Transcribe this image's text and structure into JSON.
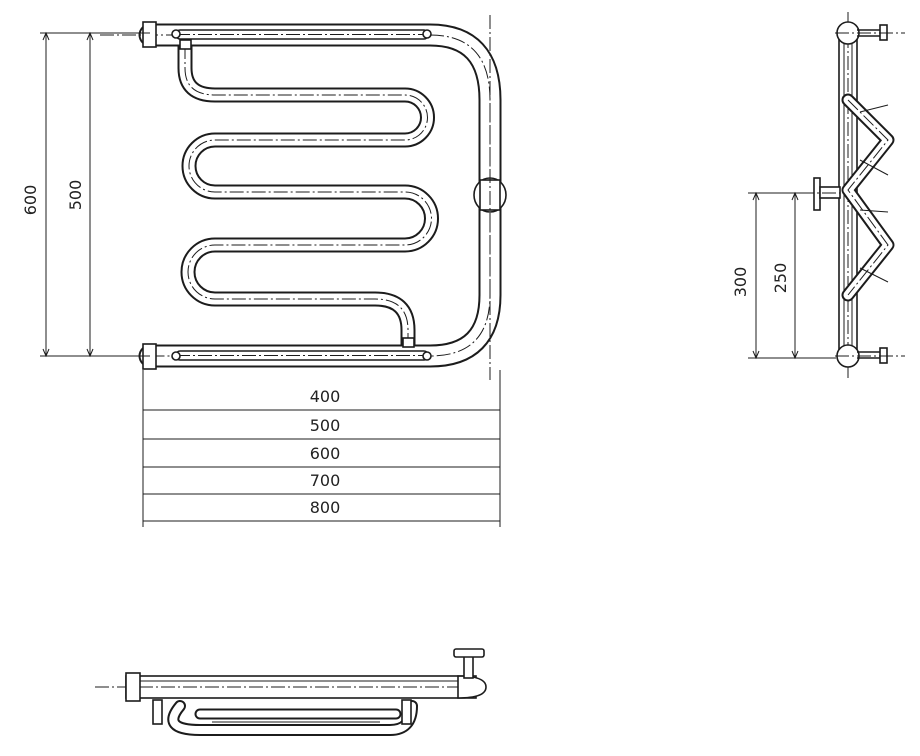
{
  "front_view": {
    "height_labels": [
      "600",
      "500"
    ],
    "width_labels": [
      "400",
      "500",
      "600",
      "700",
      "800"
    ]
  },
  "side_view": {
    "height_labels": [
      "300",
      "250"
    ]
  }
}
